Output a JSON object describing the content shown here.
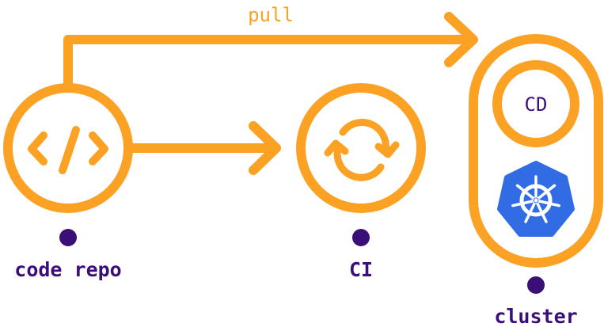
{
  "colors": {
    "accent": "#FBA124",
    "label": "#3B0F78",
    "kubernetes": "#326CE5",
    "background": "#FFFFFF"
  },
  "edges": {
    "pull": {
      "label": "pull",
      "from": "code repo",
      "to": "cluster"
    },
    "push": {
      "from": "code repo",
      "to": "CI"
    }
  },
  "nodes": {
    "code_repo": {
      "label": "code repo",
      "icon": "code-brackets-icon"
    },
    "ci": {
      "label": "CI",
      "icon": "sync-arrows-icon"
    },
    "cluster": {
      "label": "cluster",
      "children": {
        "cd": {
          "label": "CD"
        },
        "kubernetes": {
          "icon": "kubernetes-helm-icon"
        }
      }
    }
  }
}
